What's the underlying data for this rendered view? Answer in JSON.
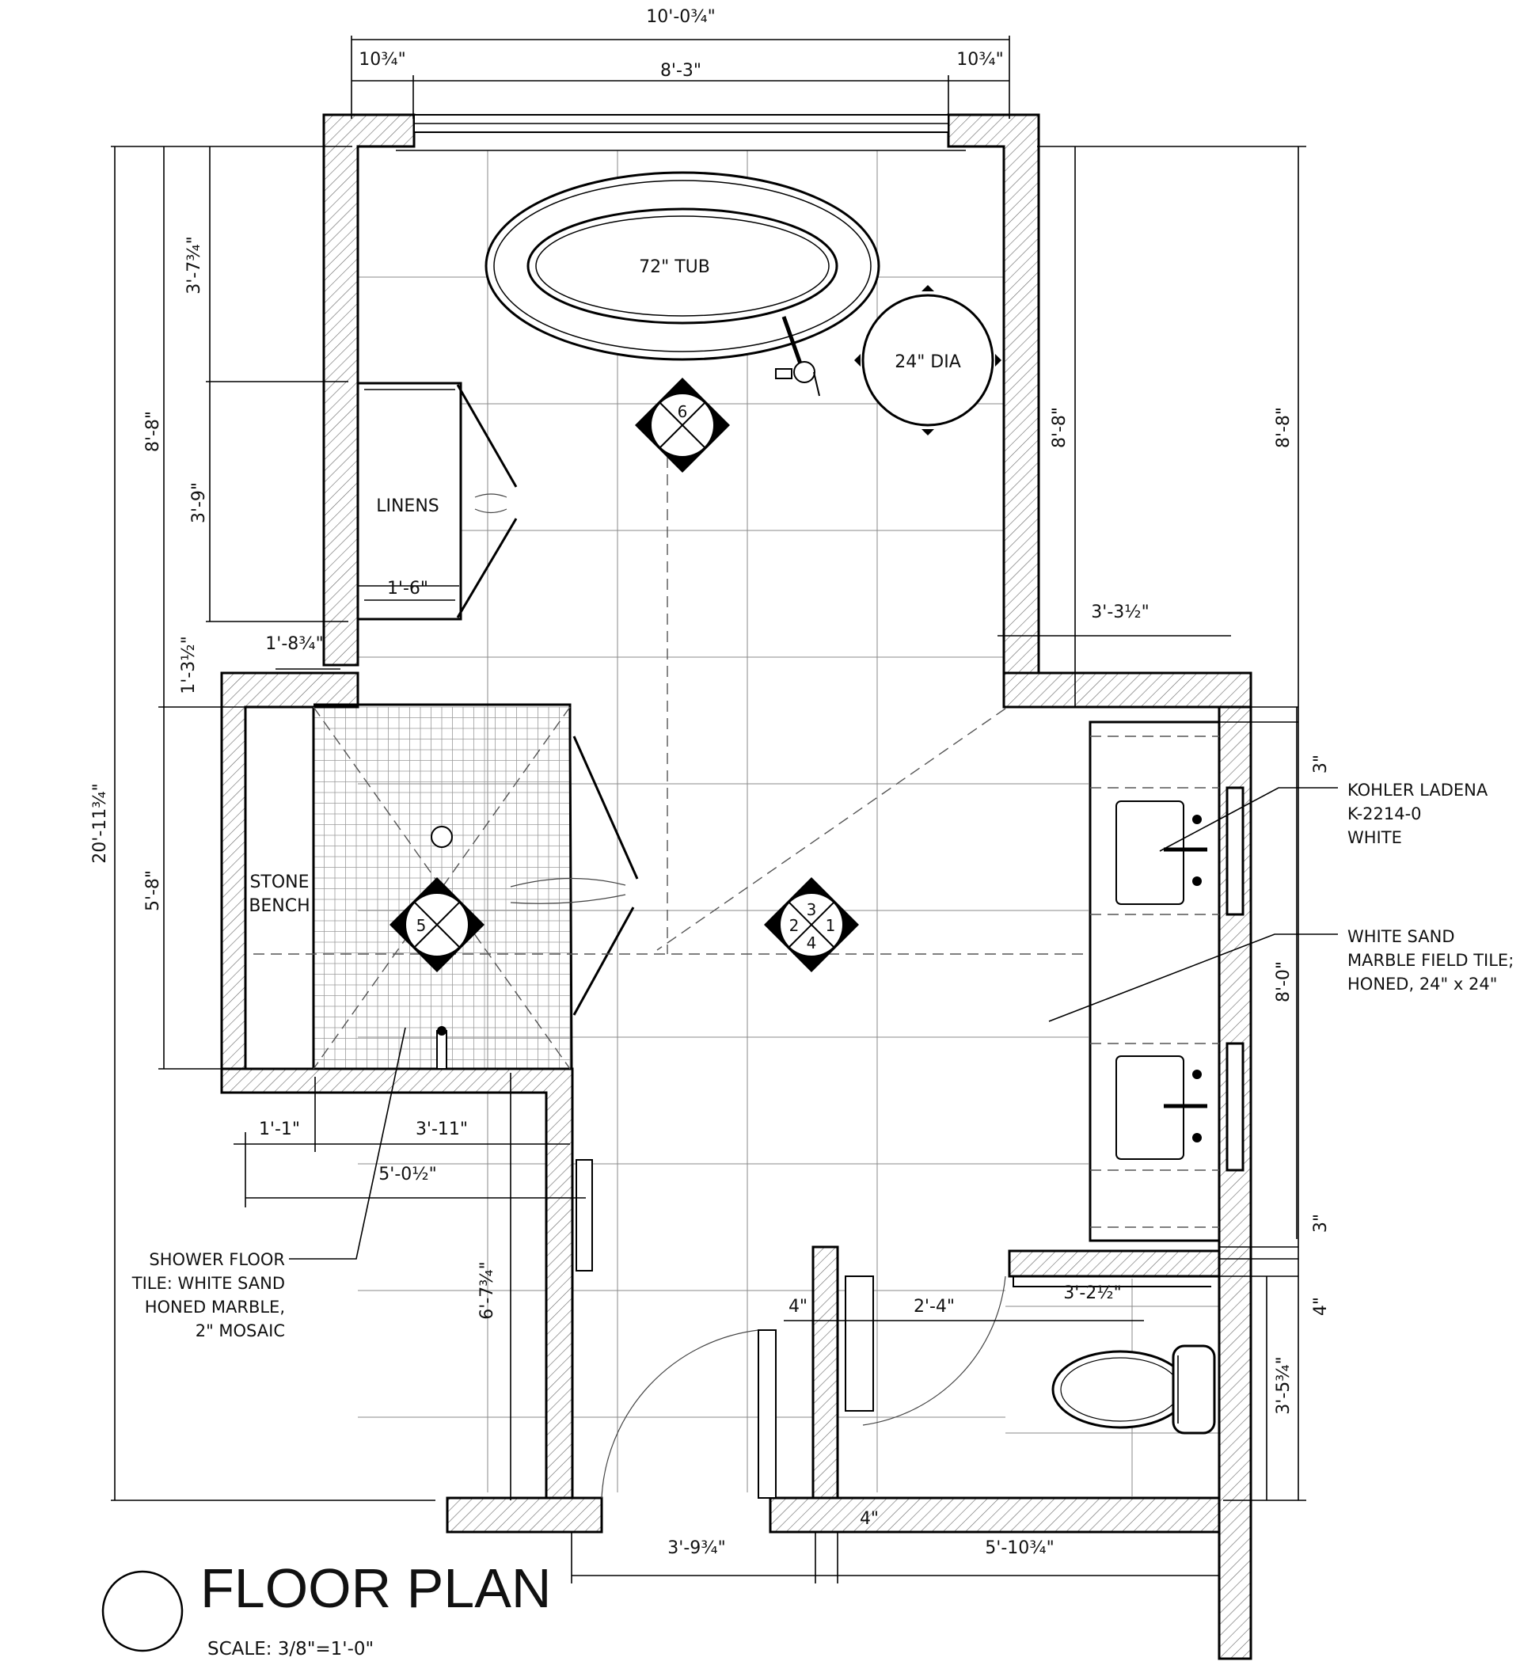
{
  "title": "FLOOR PLAN",
  "scale": "SCALE: 3/8\"=1'-0\"",
  "rooms": {
    "tub": "72\" TUB",
    "table": "24\" DIA",
    "linens": "LINENS",
    "bench_line1": "STONE",
    "bench_line2": "BENCH"
  },
  "markers": {
    "m6": "6",
    "m5": "5",
    "m3": "3",
    "m2": "2",
    "m1": "1",
    "m4": "4"
  },
  "notes": {
    "sink_1": "KOHLER LADENA",
    "sink_2": "K-2214-0",
    "sink_3": "WHITE",
    "field_1": "WHITE SAND",
    "field_2": "MARBLE FIELD TILE;",
    "field_3": "HONED, 24\" x 24\"",
    "shower_1": "SHOWER FLOOR",
    "shower_2": "TILE: WHITE SAND",
    "shower_3": "HONED MARBLE,",
    "shower_4": "2\" MOSAIC"
  },
  "dimensions": {
    "overall_width": "10'-0¾\"",
    "left_jamb": "10¾\"",
    "window_width": "8'-3\"",
    "right_jamb": "10¾\"",
    "overall_length": "20'-11¾\"",
    "left_upper": "8'-8\"",
    "tub_zone": "3'-7¾\"",
    "linen_zone": "3'-9\"",
    "left_step": "1'-3½\"",
    "shower_depth": "5'-8\"",
    "linen_depth": "1'-6\"",
    "bench_offset": "1'-8¾\"",
    "shower_bench": "1'-1\"",
    "shower_floor": "3'-11\"",
    "shower_total": "5'-0½\"",
    "left_lower": "6'-7¾\"",
    "right_inner_upper": "8'-8\"",
    "right_outer_upper": "8'-8\"",
    "vanity_offset": "3'-3½\"",
    "vanity_length": "8'-0\"",
    "vanity_gap_top": "3\"",
    "vanity_gap_bottom": "3\"",
    "wc_wall": "4\"",
    "wc_partition": "4\"",
    "wc_door": "2'-4\"",
    "wc_width": "3'-2½\"",
    "wc_depth": "3'-5¾\"",
    "bottom_left": "3'-9¾\"",
    "bottom_partition": "4\"",
    "bottom_right": "5'-10¾\""
  }
}
